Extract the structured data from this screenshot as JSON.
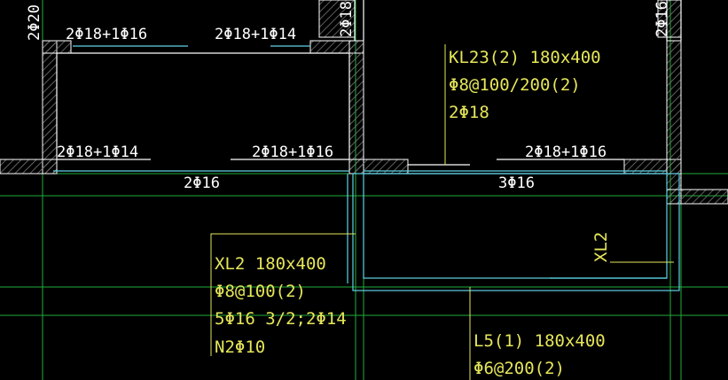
{
  "colors": {
    "background": "#000000",
    "grid": "#1fae3a",
    "wall": "#ffffff",
    "hatch": "#6a6a6a",
    "beam_cyan": "#5fd3e6",
    "annotation_yellow": "#e6e65a",
    "rebar_text": "#ffffff"
  },
  "top_labels": {
    "left_col": "2Φ20",
    "mid_col": "2Φ18",
    "right_col": "2Φ16"
  },
  "rebar_labels": {
    "top_left": "2Φ18+1Φ16",
    "top_mid": "2Φ18+1Φ14",
    "mid_left": "2Φ18+1Φ14",
    "mid_center": "2Φ18+1Φ16",
    "mid_right": "2Φ18+1Φ16",
    "bottom_left": "2Φ16",
    "bottom_right": "3Φ16"
  },
  "kl23": {
    "line1": "KL23(2) 180x400",
    "line2": "Φ8@100/200(2)",
    "line3": "2Φ18"
  },
  "xl2": {
    "line1": "XL2 180x400",
    "line2": "Φ8@100(2)",
    "line3": "5Φ16 3/2;2Φ14",
    "line4": "N2Φ10",
    "side_label": "XL2"
  },
  "l5": {
    "line1": "L5(1) 180x400",
    "line2": "Φ6@200(2)"
  }
}
